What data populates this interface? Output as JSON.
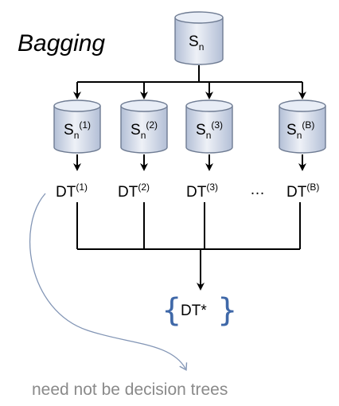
{
  "title": "Bagging",
  "root": {
    "main": "S",
    "sub": "n"
  },
  "samples": [
    {
      "main": "S",
      "sub": "n",
      "sup": "(1)"
    },
    {
      "main": "S",
      "sub": "n",
      "sup": "(2)"
    },
    {
      "main": "S",
      "sub": "n",
      "sup": "(3)"
    },
    {
      "main": "S",
      "sub": "n",
      "sup": "(B)"
    }
  ],
  "trees": [
    {
      "main": "DT",
      "sup": "(1)"
    },
    {
      "main": "DT",
      "sup": "(2)"
    },
    {
      "main": "DT",
      "sup": "(3)"
    },
    {
      "main": "DT",
      "sup": "(B)"
    }
  ],
  "ellipsis": "…",
  "aggregate": {
    "open": "{",
    "label": "DT*",
    "close": "}"
  },
  "note": "need not be decision trees",
  "colors": {
    "cylinder_top": "#e8edf6",
    "cylinder_body_light": "#e9edf5",
    "cylinder_body_dark": "#b3bfd6",
    "cylinder_stroke": "#6f7c93",
    "brace": "#3f68a8",
    "note": "#8a8a8a",
    "curve": "#8295b5"
  }
}
